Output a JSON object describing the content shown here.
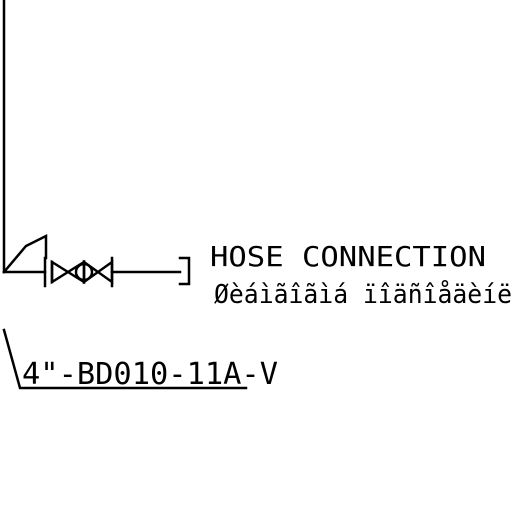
{
  "drawing": {
    "hose_label": "HOSE CONNECTION",
    "hose_label_secondary": "Øèáìãîãìá ïîäñîåäèíë",
    "line_number": "4\"-BD010-11A-V"
  }
}
